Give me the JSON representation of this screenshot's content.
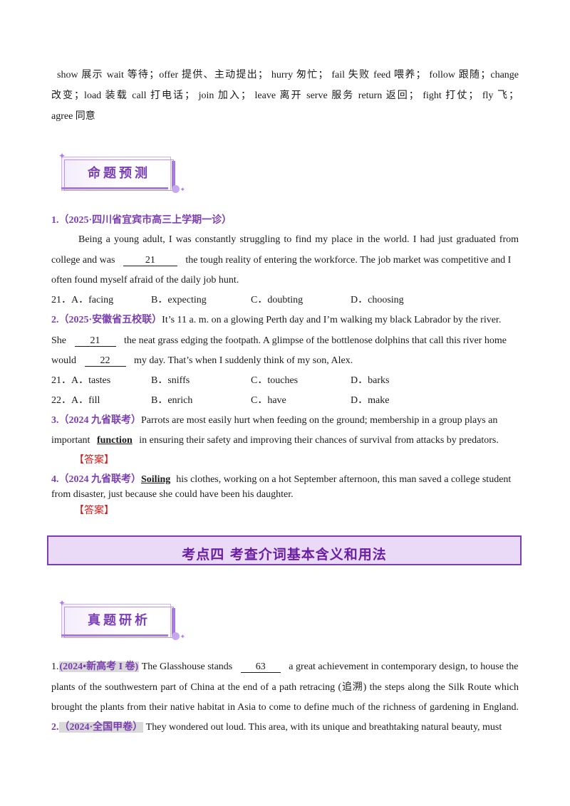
{
  "vocab": {
    "line1": "show 展示 wait 等待；offer 提供、主动提出；  hurry 匆忙；  fail 失败 feed 喂养；  follow 跟随；change",
    "line2": "改变；load 装载 call 打电话；  join 加入；  leave 离开  serve 服务 return 返回；  fight 打仗；  fly 飞；",
    "line3": "agree 同意"
  },
  "badges": {
    "prediction": "命题预测",
    "real_exam": "真题研析"
  },
  "q1": {
    "source": "1.（2025·四川省宜宾市高三上学期一诊）",
    "line1": "Being a young adult, I was constantly struggling to find my place in the world. I had just graduated from",
    "line2_pre": "college and was",
    "blank": "21",
    "line2_post": "the tough reality of entering the workforce. The job market was competitive and I",
    "line3": "often found myself afraid of the daily job hunt.",
    "options": [
      "21．A．facing",
      "B．expecting",
      "C．doubting",
      "D．choosing"
    ]
  },
  "q2": {
    "source": "2.（2025·安徽省五校联）",
    "line1_post": "It’s 11 a. m. on a glowing Perth day and I’m walking my black Labrador by the river.",
    "line2_pre": "She",
    "blank1": "21",
    "line2_post": "the neat grass edging the footpath. A glimpse of the bottlenose dolphins that call this river home",
    "line3_pre": "would",
    "blank2": "22",
    "line3_post": "my day. That’s when I suddenly think of my son, Alex.",
    "options21": [
      "21．A．tastes",
      "B．sniffs",
      "C．touches",
      "D．barks"
    ],
    "options22": [
      "22．A．fill",
      "B．enrich",
      "C．have",
      "D．make"
    ]
  },
  "q3": {
    "source": "3.（2024 九省联考）",
    "line1_post": "Parrots are most easily hurt when feeding on the ground; membership in a group plays an",
    "line2_pre": "important",
    "word": "function",
    "line2_post": "in ensuring their safety and improving their chances of survival from attacks by predators.",
    "answer": "【答案】"
  },
  "q4": {
    "source": "4.（2024 九省联考）",
    "word": "Soiling",
    "line1_post": "his clothes, working on a hot September afternoon, this man saved a college student",
    "line2": "from disaster, just because she could have been his daughter.",
    "answer": "【答案】"
  },
  "section": {
    "title": "考点四  考查介词基本含义和用法"
  },
  "r1": {
    "num": "1.",
    "source": "(2024•新高考 I 卷)",
    "line1_pre": "The Glasshouse stands",
    "blank": "63",
    "line1_post": "a great achievement in contemporary design, to house the",
    "line2": "plants of the southwestern part of China at the end of a path retracing (追溯) the steps along the Silk Route which",
    "line3": "brought the plants from their native habitat in Asia to come to define much of the richness of gardening in England."
  },
  "r2": {
    "num": "2.",
    "source": "（2024·全国甲卷）",
    "line1_post": "They wondered out loud. This area, with  its  unique and breathtaking natural beauty, must"
  },
  "colors": {
    "accent": "#7a3fb6",
    "answer": "#d01818",
    "section_bg": "#ead9f7"
  }
}
